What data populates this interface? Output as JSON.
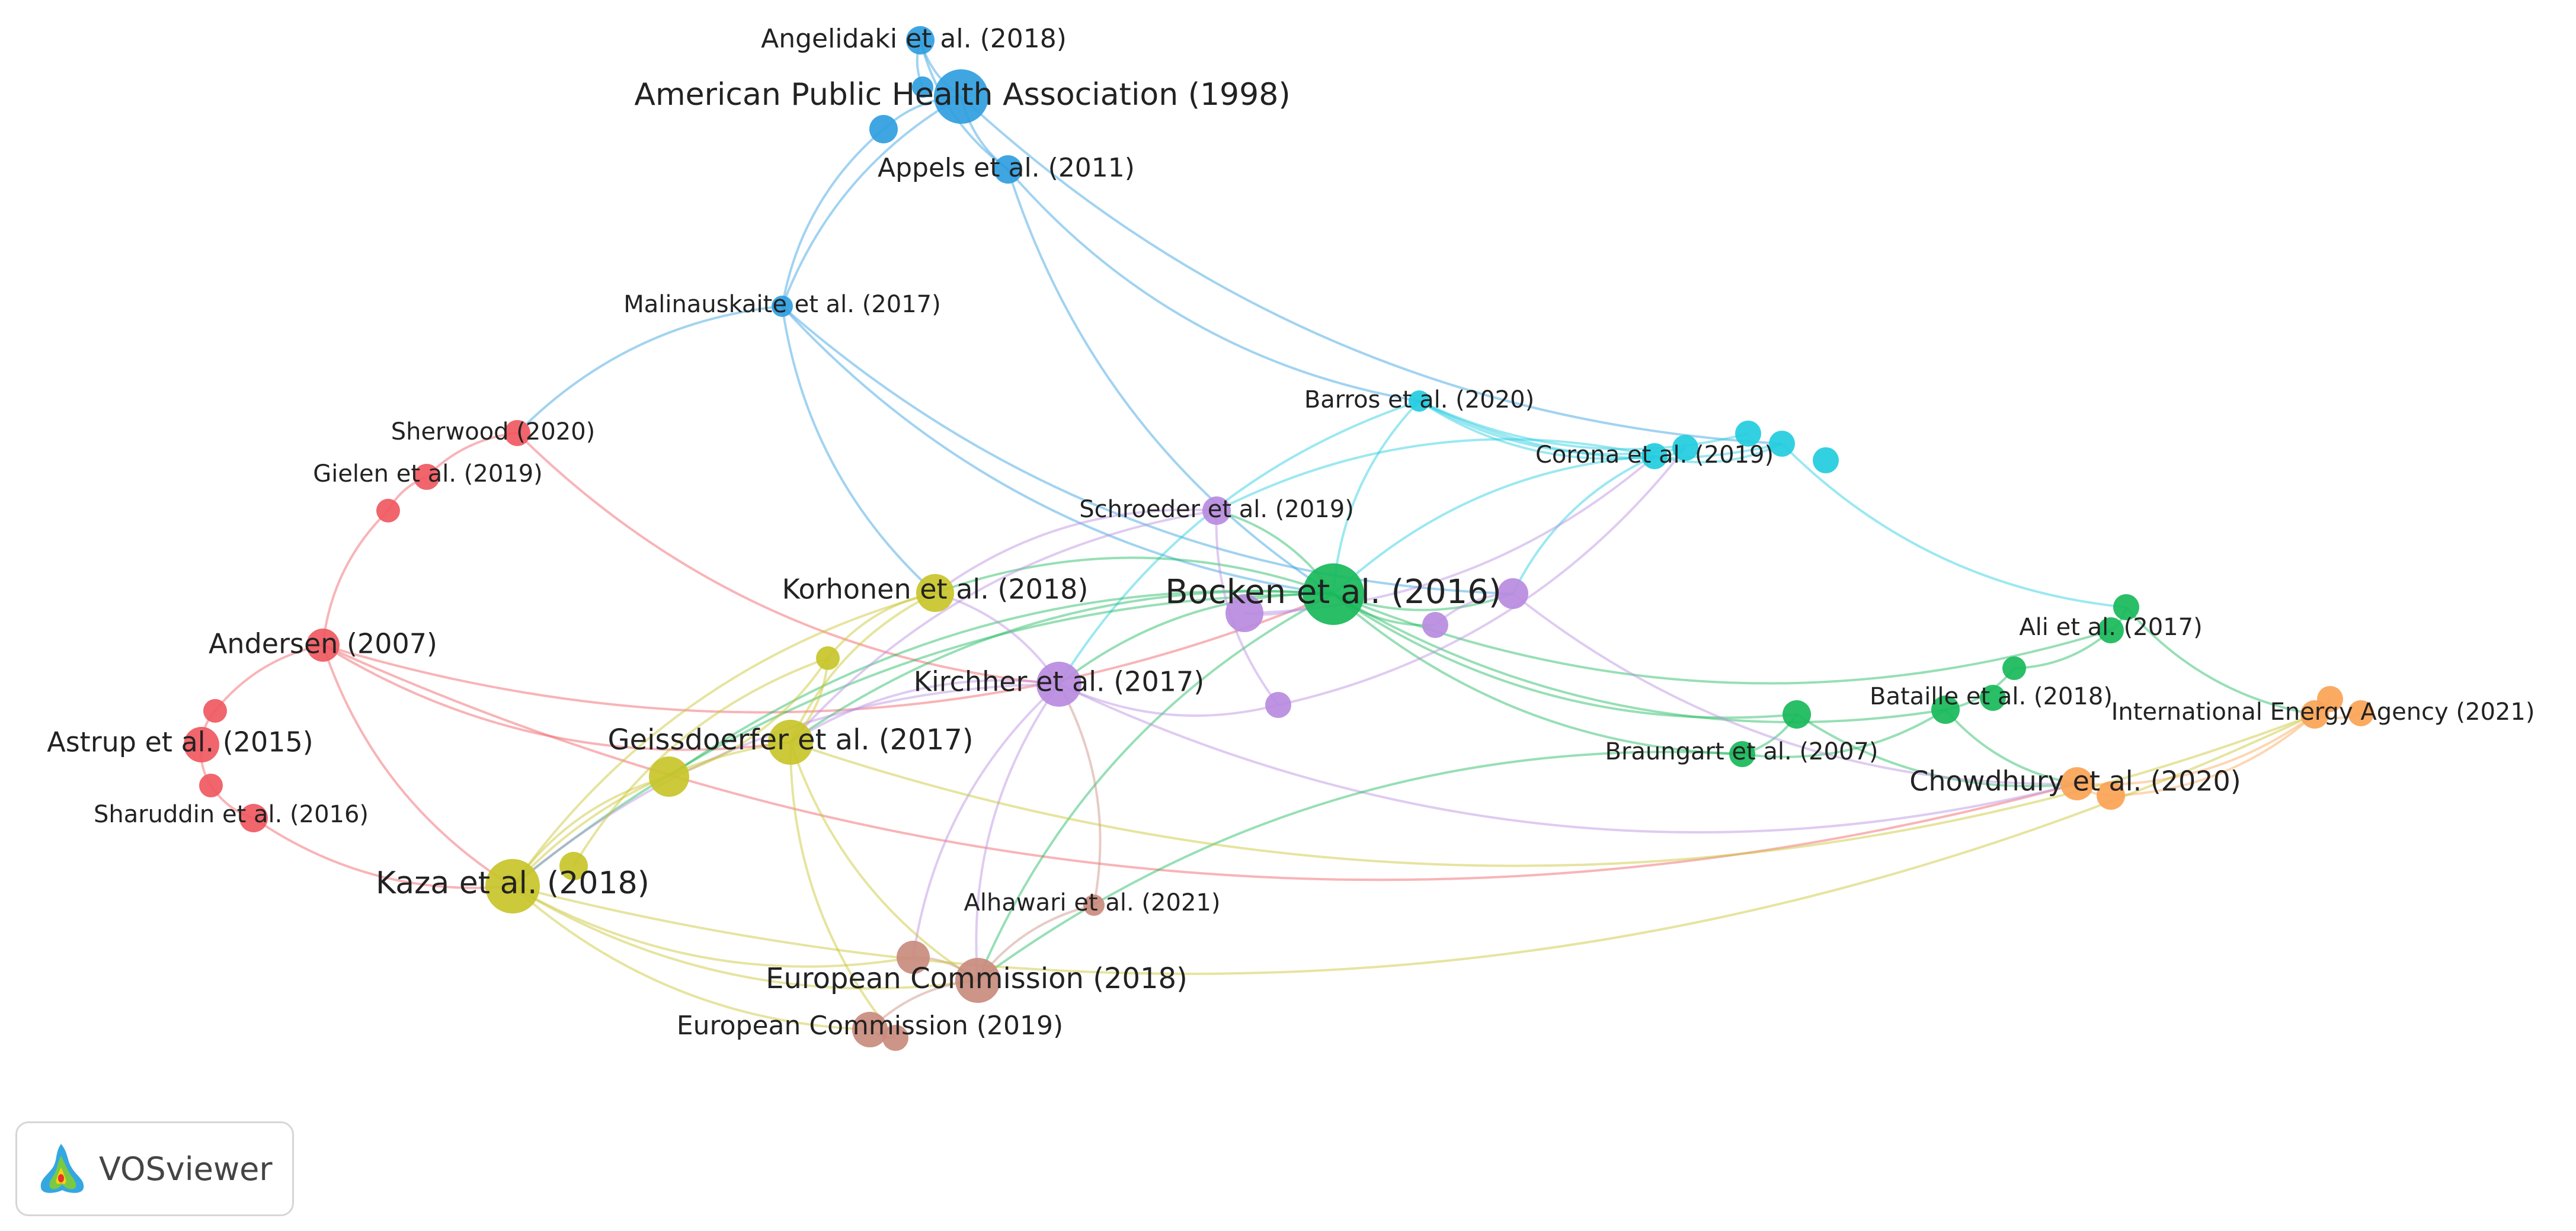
{
  "app": {
    "name": "VOSviewer"
  },
  "colors": {
    "red": "#f0585f",
    "blue": "#2f9ee0",
    "cyan": "#22cce0",
    "green": "#18b85a",
    "purple": "#b98be0",
    "yellow": "#c8c42a",
    "orange": "#fba355",
    "brown": "#c98b7e"
  },
  "nodes": [
    {
      "id": "angelidaki",
      "label": "Angelidaki et al. (2018)",
      "cluster": "blue"
    },
    {
      "id": "apha",
      "label": "American Public Health Association (1998)",
      "cluster": "blue"
    },
    {
      "id": "appels",
      "label": "Appels et al. (2011)",
      "cluster": "blue"
    },
    {
      "id": "malinauskaite",
      "label": "Malinauskaite et al. (2017)",
      "cluster": "blue"
    },
    {
      "id": "sherwood",
      "label": "Sherwood (2020)",
      "cluster": "red"
    },
    {
      "id": "gielen",
      "label": "Gielen et al. (2019)",
      "cluster": "red"
    },
    {
      "id": "andersen",
      "label": "Andersen (2007)",
      "cluster": "red"
    },
    {
      "id": "astrup",
      "label": "Astrup et al. (2015)",
      "cluster": "red"
    },
    {
      "id": "sharuddin",
      "label": "Sharuddin et al. (2016)",
      "cluster": "red"
    },
    {
      "id": "barros",
      "label": "Barros et al. (2020)",
      "cluster": "cyan"
    },
    {
      "id": "corona",
      "label": "Corona et al. (2019)",
      "cluster": "cyan"
    },
    {
      "id": "schroeder",
      "label": "Schroeder et al. (2019)",
      "cluster": "purple"
    },
    {
      "id": "kirchher",
      "label": "Kirchher et al. (2017)",
      "cluster": "purple"
    },
    {
      "id": "bocken",
      "label": "Bocken et al. (2016)",
      "cluster": "green"
    },
    {
      "id": "ali",
      "label": "Ali et al. (2017)",
      "cluster": "green"
    },
    {
      "id": "bataille",
      "label": "Bataille et al. (2018)",
      "cluster": "green"
    },
    {
      "id": "braungart",
      "label": "Braungart et al. (2007)",
      "cluster": "green"
    },
    {
      "id": "korhonen",
      "label": "Korhonen et al. (2018)",
      "cluster": "yellow"
    },
    {
      "id": "geissdoerfer",
      "label": "Geissdoerfer et al. (2017)",
      "cluster": "yellow"
    },
    {
      "id": "kaza",
      "label": "Kaza et al. (2018)",
      "cluster": "yellow"
    },
    {
      "id": "iea",
      "label": "International Energy Agency (2021)",
      "cluster": "orange"
    },
    {
      "id": "chowdhury",
      "label": "Chowdhury et al. (2020)",
      "cluster": "orange"
    },
    {
      "id": "alhawari",
      "label": "Alhawari et al. (2021)",
      "cluster": "brown"
    },
    {
      "id": "ec2018",
      "label": "European Commission (2018)",
      "cluster": "brown"
    },
    {
      "id": "ec2019",
      "label": "European Commission (2019)",
      "cluster": "brown"
    },
    {
      "id": "n_red1",
      "label": "",
      "cluster": "red"
    },
    {
      "id": "n_red2",
      "label": "",
      "cluster": "red"
    },
    {
      "id": "n_red3",
      "label": "",
      "cluster": "red"
    },
    {
      "id": "n_blue1",
      "label": "",
      "cluster": "blue"
    },
    {
      "id": "n_blue2",
      "label": "",
      "cluster": "blue"
    },
    {
      "id": "n_cyan1",
      "label": "",
      "cluster": "cyan"
    },
    {
      "id": "n_cyan2",
      "label": "",
      "cluster": "cyan"
    },
    {
      "id": "n_cyan3",
      "label": "",
      "cluster": "cyan"
    },
    {
      "id": "n_cyan4",
      "label": "",
      "cluster": "cyan"
    },
    {
      "id": "n_green1",
      "label": "",
      "cluster": "green"
    },
    {
      "id": "n_green2",
      "label": "",
      "cluster": "green"
    },
    {
      "id": "n_green3",
      "label": "",
      "cluster": "green"
    },
    {
      "id": "n_green4",
      "label": "",
      "cluster": "green"
    },
    {
      "id": "n_purple1",
      "label": "",
      "cluster": "purple"
    },
    {
      "id": "n_purple2",
      "label": "",
      "cluster": "purple"
    },
    {
      "id": "n_purple3",
      "label": "",
      "cluster": "purple"
    },
    {
      "id": "n_purple4",
      "label": "",
      "cluster": "purple"
    },
    {
      "id": "n_yellow1",
      "label": "",
      "cluster": "yellow"
    },
    {
      "id": "n_yellow2",
      "label": "",
      "cluster": "yellow"
    },
    {
      "id": "n_yellow3",
      "label": "",
      "cluster": "yellow"
    },
    {
      "id": "n_orange1",
      "label": "",
      "cluster": "orange"
    },
    {
      "id": "n_orange2",
      "label": "",
      "cluster": "orange"
    },
    {
      "id": "n_orange3",
      "label": "",
      "cluster": "orange"
    },
    {
      "id": "n_brown1",
      "label": "",
      "cluster": "brown"
    },
    {
      "id": "n_brown2",
      "label": "",
      "cluster": "brown"
    }
  ],
  "links": [
    [
      "angelidaki",
      "apha"
    ],
    [
      "apha",
      "appels"
    ],
    [
      "apha",
      "n_blue1"
    ],
    [
      "angelidaki",
      "n_blue2"
    ],
    [
      "angelidaki",
      "appels"
    ],
    [
      "apha",
      "malinauskaite"
    ],
    [
      "n_blue1",
      "malinauskaite"
    ],
    [
      "appels",
      "barros"
    ],
    [
      "appels",
      "bocken"
    ],
    [
      "apha",
      "n_cyan3"
    ],
    [
      "malinauskaite",
      "bocken"
    ],
    [
      "malinauskaite",
      "sherwood"
    ],
    [
      "malinauskaite",
      "korhonen"
    ],
    [
      "malinauskaite",
      "n_purple1"
    ],
    [
      "sherwood",
      "gielen"
    ],
    [
      "gielen",
      "n_red1"
    ],
    [
      "n_red1",
      "andersen"
    ],
    [
      "andersen",
      "n_red2"
    ],
    [
      "n_red2",
      "astrup"
    ],
    [
      "astrup",
      "n_red3"
    ],
    [
      "n_red3",
      "sharuddin"
    ],
    [
      "sherwood",
      "kirchher"
    ],
    [
      "andersen",
      "bocken"
    ],
    [
      "andersen",
      "geissdoerfer"
    ],
    [
      "andersen",
      "kaza"
    ],
    [
      "andersen",
      "chowdhury"
    ],
    [
      "sharuddin",
      "kaza"
    ],
    [
      "barros",
      "corona"
    ],
    [
      "barros",
      "n_cyan1"
    ],
    [
      "barros",
      "n_cyan2"
    ],
    [
      "barros",
      "n_cyan3"
    ],
    [
      "corona",
      "n_cyan1"
    ],
    [
      "corona",
      "n_cyan3"
    ],
    [
      "n_cyan3",
      "n_green1"
    ],
    [
      "corona",
      "bocken"
    ],
    [
      "barros",
      "bocken"
    ],
    [
      "barros",
      "kirchher"
    ],
    [
      "corona",
      "n_purple1"
    ],
    [
      "corona",
      "schroeder"
    ],
    [
      "bocken",
      "kirchher"
    ],
    [
      "bocken",
      "korhonen"
    ],
    [
      "bocken",
      "geissdoerfer"
    ],
    [
      "bocken",
      "kaza"
    ],
    [
      "bocken",
      "schroeder"
    ],
    [
      "bocken",
      "n_purple1"
    ],
    [
      "bocken",
      "n_purple2"
    ],
    [
      "bocken",
      "braungart"
    ],
    [
      "bocken",
      "bataille"
    ],
    [
      "bocken",
      "n_green2"
    ],
    [
      "bocken",
      "ali"
    ],
    [
      "bocken",
      "ec2018"
    ],
    [
      "bocken",
      "n_yellow1"
    ],
    [
      "kirchher",
      "geissdoerfer"
    ],
    [
      "kirchher",
      "kaza"
    ],
    [
      "kirchher",
      "korhonen"
    ],
    [
      "kirchher",
      "ec2018"
    ],
    [
      "kirchher",
      "n_brown1"
    ],
    [
      "kirchher",
      "n_purple3"
    ],
    [
      "kirchher",
      "chowdhury"
    ],
    [
      "schroeder",
      "korhonen"
    ],
    [
      "schroeder",
      "geissdoerfer"
    ],
    [
      "korhonen",
      "geissdoerfer"
    ],
    [
      "korhonen",
      "kaza"
    ],
    [
      "korhonen",
      "n_yellow2"
    ],
    [
      "geissdoerfer",
      "kaza"
    ],
    [
      "geissdoerfer",
      "n_yellow2"
    ],
    [
      "n_yellow1",
      "kaza"
    ],
    [
      "n_yellow1",
      "n_yellow2"
    ],
    [
      "n_yellow2",
      "n_yellow3"
    ],
    [
      "geissdoerfer",
      "ec2018"
    ],
    [
      "kaza",
      "ec2018"
    ],
    [
      "kaza",
      "ec2019"
    ],
    [
      "kaza",
      "n_brown1"
    ],
    [
      "geissdoerfer",
      "n_brown2"
    ],
    [
      "ec2018",
      "ec2019"
    ],
    [
      "ec2018",
      "n_brown1"
    ],
    [
      "ec2019",
      "n_brown2"
    ],
    [
      "alhawari",
      "ec2018"
    ],
    [
      "alhawari",
      "kirchher"
    ],
    [
      "braungart",
      "ec2018"
    ],
    [
      "braungart",
      "n_green2"
    ],
    [
      "braungart",
      "bataille"
    ],
    [
      "bataille",
      "n_green3"
    ],
    [
      "n_green3",
      "ali"
    ],
    [
      "ali",
      "n_green1"
    ],
    [
      "n_green1",
      "iea"
    ],
    [
      "n_green2",
      "chowdhury"
    ],
    [
      "bataille",
      "chowdhury"
    ],
    [
      "chowdhury",
      "n_orange1"
    ],
    [
      "n_orange1",
      "iea"
    ],
    [
      "iea",
      "n_orange2"
    ],
    [
      "iea",
      "n_orange3"
    ],
    [
      "chowdhury",
      "iea"
    ],
    [
      "kaza",
      "iea"
    ],
    [
      "geissdoerfer",
      "iea"
    ],
    [
      "n_purple1",
      "chowdhury"
    ],
    [
      "n_purple1",
      "n_purple2"
    ],
    [
      "n_purple4",
      "bocken"
    ],
    [
      "n_purple4",
      "corona"
    ],
    [
      "schroeder",
      "n_purple3"
    ],
    [
      "n_purple3",
      "n_cyan1"
    ]
  ]
}
